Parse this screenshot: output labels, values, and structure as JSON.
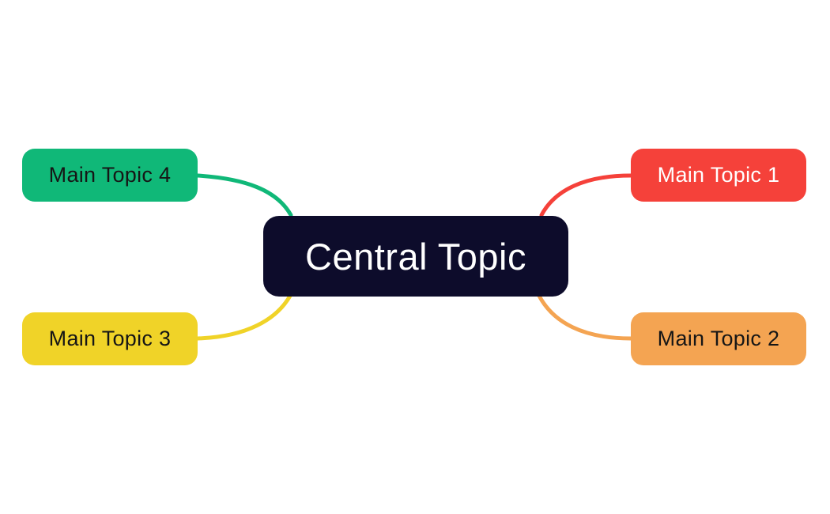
{
  "canvas_background": "#FFFFFF",
  "central": {
    "label": "Central Topic",
    "bg": "#0D0C2B",
    "text_color": "#FFFFFF"
  },
  "topics": [
    {
      "label": "Main Topic 1",
      "bg": "#F5413A",
      "text_color": "#FFFFFF"
    },
    {
      "label": "Main Topic 2",
      "bg": "#F4A452",
      "text_color": "#161616"
    },
    {
      "label": "Main Topic 3",
      "bg": "#F0D328",
      "text_color": "#161616"
    },
    {
      "label": "Main Topic 4",
      "bg": "#10B878",
      "text_color": "#161616"
    }
  ],
  "connectors": [
    {
      "from": "Central Topic",
      "to": "Main Topic 1",
      "color": "#F5413A"
    },
    {
      "from": "Central Topic",
      "to": "Main Topic 2",
      "color": "#F4A452"
    },
    {
      "from": "Central Topic",
      "to": "Main Topic 3",
      "color": "#F0D328"
    },
    {
      "from": "Central Topic",
      "to": "Main Topic 4",
      "color": "#10B878"
    }
  ]
}
